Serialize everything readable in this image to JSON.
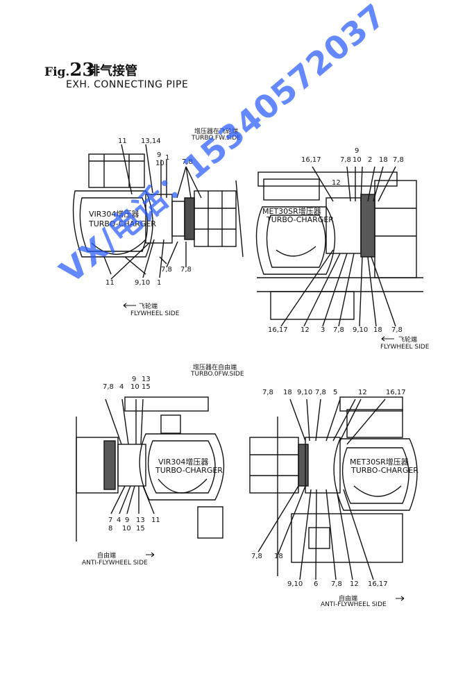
{
  "header": {
    "fig_prefix": "Fig.",
    "fig_number": "23",
    "title_cn": "排气接管",
    "title_en": "EXH. CONNECTING PIPE"
  },
  "panels": {
    "top_left": {
      "turbo_model": "VIR304增压器",
      "turbo_label": "TURBO-CHARGER",
      "side_cn": "飞轮端",
      "side_en": "FLYWHEEL SIDE",
      "callouts_top": [
        "11",
        "13,14",
        "9",
        "10",
        "1",
        "7,8"
      ],
      "callouts_bottom": [
        "11",
        "9,10",
        "1",
        "7,8",
        "7,8"
      ]
    },
    "top_right": {
      "header_cn": "增压器在飞轮端",
      "header_en": "TURBO.FW.SIDE",
      "turbo_model": "MET30SR增压器",
      "turbo_label": "TURBO-CHARGER",
      "side_cn": "飞轮端",
      "side_en": "FLYWHEEL SIDE",
      "callouts_top": [
        "16,17",
        "7,8",
        "9",
        "10",
        "2",
        "18",
        "7,8",
        "12"
      ],
      "callouts_bottom": [
        "16,17",
        "12",
        "3",
        "7,8",
        "9,10",
        "18",
        "7,8"
      ]
    },
    "bottom_left": {
      "header_cn": "增压器在自由端",
      "header_en": "TURBO.0FW.SIDE",
      "turbo_model": "VIR304增压器",
      "turbo_label": "TURBO-CHARGER",
      "side_cn": "自由端",
      "side_en": "ANTI-FLYWHEEL SIDE",
      "callouts_top": [
        "7,8",
        "4",
        "10",
        "9",
        "13",
        "15"
      ],
      "callouts_bottom": [
        "7",
        "8",
        "4",
        "9",
        "10",
        "13",
        "15",
        "11"
      ]
    },
    "bottom_right": {
      "turbo_model": "MET30SR增压器",
      "turbo_label": "TURBO-CHARGER",
      "side_cn": "自由端",
      "side_en": "ANTI-FLYWHEEL SIDE",
      "callouts_top": [
        "7,8",
        "18",
        "9,10",
        "7,8",
        "5",
        "12",
        "16,17"
      ],
      "callouts_bottom": [
        "7,8",
        "18",
        "9,10",
        "6",
        "7,8",
        "12",
        "16,17"
      ]
    }
  },
  "watermark": "VX/电话：15340572037",
  "colors": {
    "ink": "#111111",
    "watermark": "#2f5cff"
  }
}
